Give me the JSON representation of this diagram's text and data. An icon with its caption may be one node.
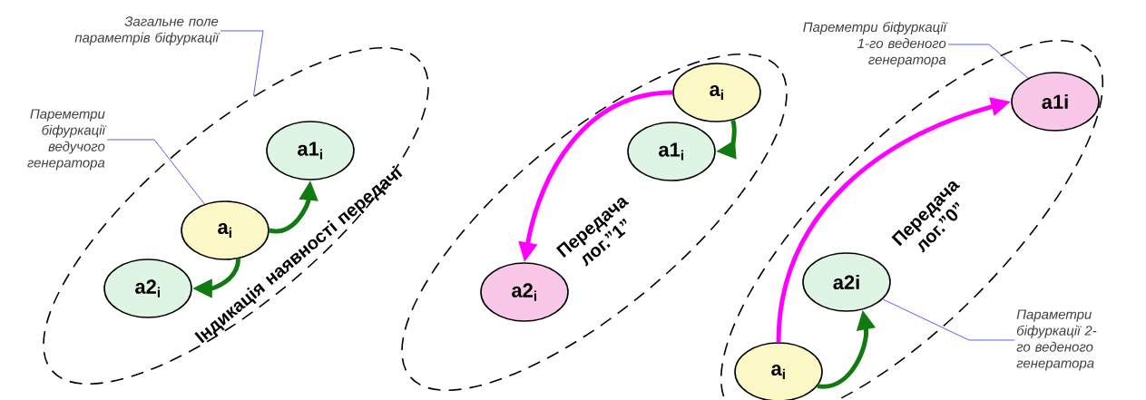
{
  "diagram": {
    "nodes": [
      {
        "text": [
          "Індикація наявності передачі"
        ]
      },
      {
        "text": [
          "a$_{i}$"
        ],
        "in": 0
      },
      {
        "text": [
          "a1$_{i}$"
        ],
        "in": 0
      },
      {
        "text": [
          "a2$_{i}$"
        ],
        "in": 0
      },
      {
        "text": [
          "Передача лог.”1”"
        ]
      },
      {
        "text": [
          "a$_{i}$"
        ],
        "in": 4
      },
      {
        "text": [
          "a1$_{i}$"
        ],
        "in": 4
      },
      {
        "text": [
          "a2$_{i}$"
        ],
        "in": 4
      },
      {
        "text": [
          "Передача лог.”0”"
        ]
      },
      {
        "text": [
          "a1i"
        ],
        "in": 8
      },
      {
        "text": [
          "a2i"
        ],
        "in": 8
      },
      {
        "text": [
          "a$_{i}$"
        ],
        "in": 8
      },
      {
        "text": [
          "Загальне поле параметрів біфуркації"
        ]
      },
      {
        "text": [
          "Пареметри біфуркації ведучого генератора"
        ]
      },
      {
        "text": [
          "Пареметри біфуркації 1-го веденого генератора"
        ]
      },
      {
        "text": [
          "Параметри біфуркації 2-го веденого генератора"
        ]
      }
    ],
    "edges": [
      {
        "from": 1,
        "to": 2,
        "arrow": "to",
        "color": "#117a11"
      },
      {
        "from": 1,
        "to": 3,
        "arrow": "to",
        "color": "#117a11"
      },
      {
        "from": 5,
        "to": 7,
        "arrow": "to",
        "color": "#ff00ff"
      },
      {
        "from": 5,
        "to": 6,
        "arrow": "to",
        "color": "#117a11"
      },
      {
        "from": 11,
        "to": 9,
        "arrow": "to",
        "color": "#ff00ff"
      },
      {
        "from": 11,
        "to": 10,
        "arrow": "to",
        "color": "#117a11"
      },
      {
        "from": 12,
        "to": 0,
        "arrow": "none",
        "color": "#3333ff"
      },
      {
        "from": 13,
        "to": 1,
        "arrow": "none",
        "color": "#3333ff"
      },
      {
        "from": 14,
        "to": 9,
        "arrow": "none",
        "color": "#3333ff"
      },
      {
        "from": 15,
        "to": 10,
        "arrow": "none",
        "color": "#3333ff"
      }
    ]
  }
}
